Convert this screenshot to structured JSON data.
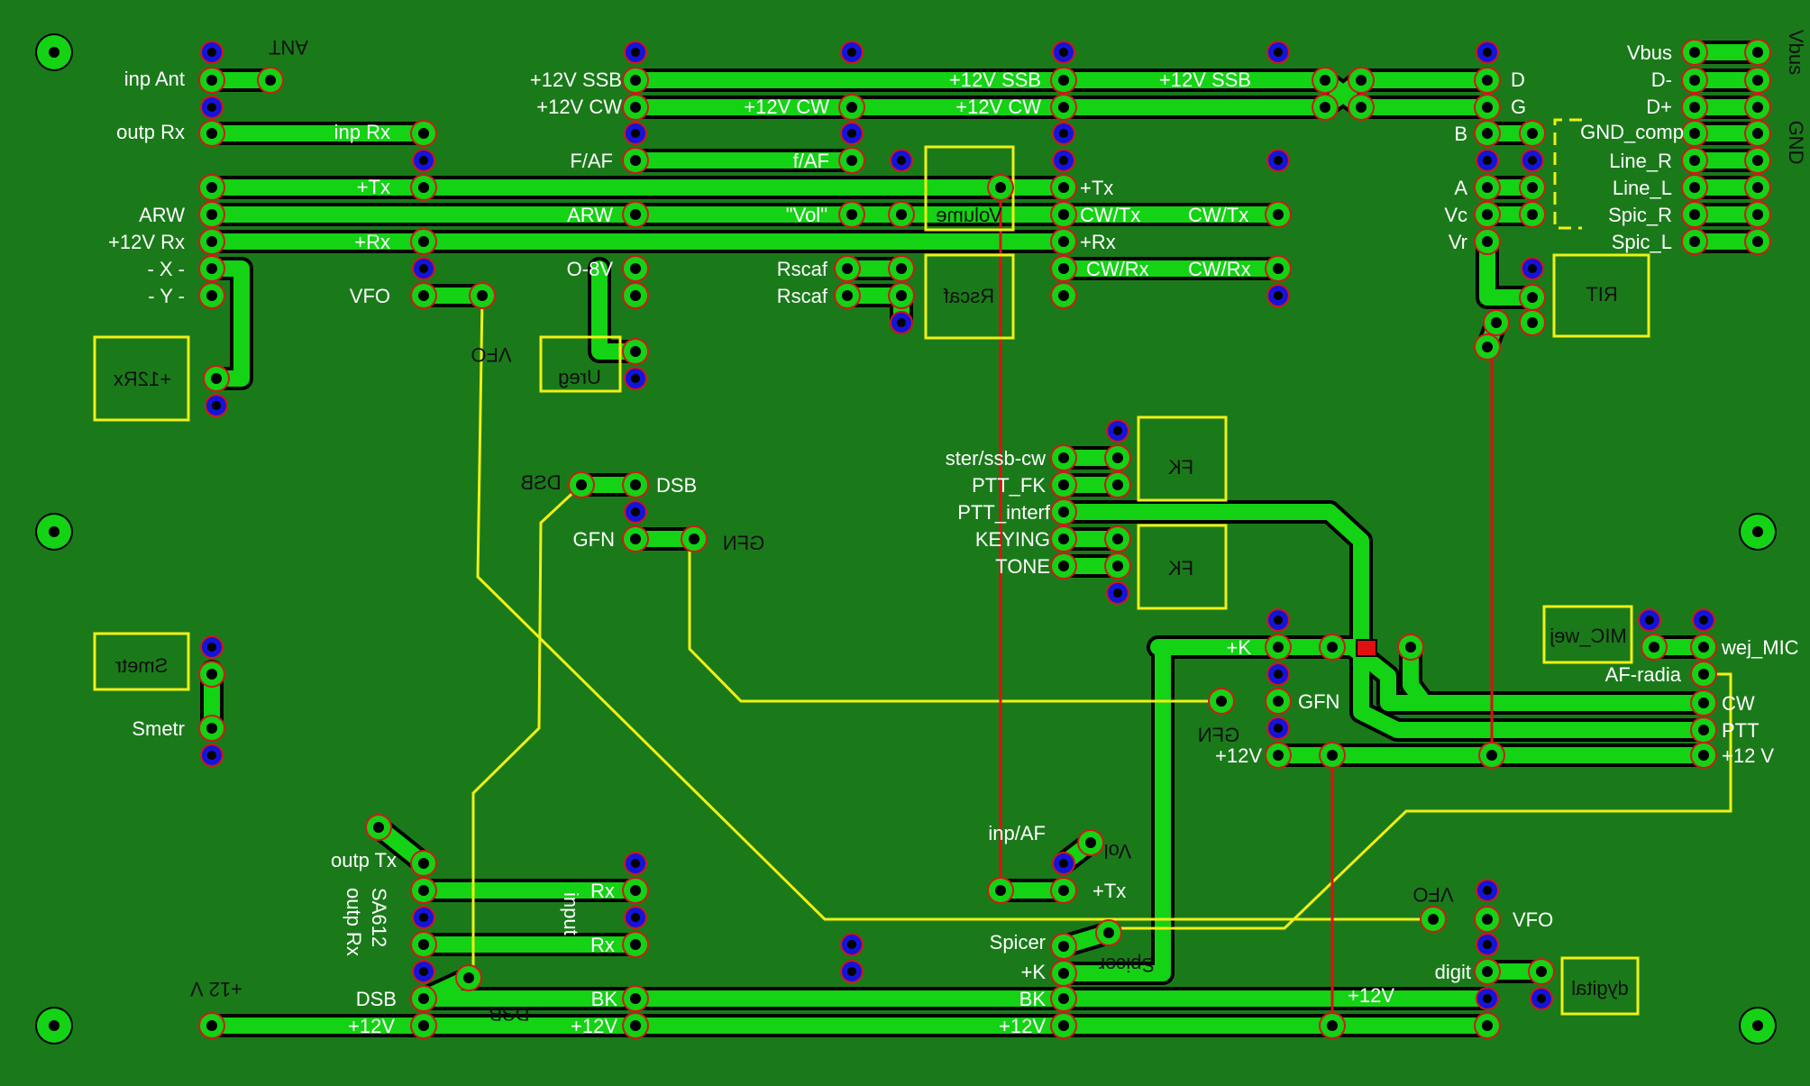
{
  "colors": {
    "board": "#1a7a1a",
    "trace": "#14d214",
    "trace_outline": "#000000",
    "pad_ring": "#d01818",
    "via": "#1414d8",
    "silk": "#f0f014",
    "label": "#ffffff",
    "jumper_red": "#e01010"
  },
  "labels": {
    "ant": "ANT",
    "inp_ant": "inp Ant",
    "outp_rx": "outp Rx",
    "inp_rx": "inp Rx",
    "arw": "ARW",
    "plus12v_rx": "+12V Rx",
    "x": "- X -",
    "y": "- Y -",
    "plus_tx": "+Tx",
    "plus_rx": "+Rx",
    "vfo": "VFO",
    "vfo_silk": "VFO",
    "plus12rx_silk": "+12Rx",
    "plus12v_ssb": "+12V SSB",
    "plus12v_cw": "+12V CW",
    "f_af": "F/AF",
    "f_af2": "f/AF",
    "arw2": "ARW",
    "vol_q": "\"Vol\"",
    "o8v": "O-8V",
    "rscaf1": "Rscaf",
    "rscaf2": "Rscaf",
    "ureg": "Ureg",
    "volume": "Volume",
    "rscaf_silk": "Rscaf",
    "plus12v_ssb2": "+12V SSB",
    "plus12v_cw2": "+12V CW",
    "plus12v_ssb3": "+12V SSB",
    "plus_tx2": "+Tx",
    "cw_tx": "CW/Tx",
    "cw_tx2": "CW/Tx",
    "plus_rx2": "+Rx",
    "cw_rx": "CW/Rx",
    "cw_rx2": "CW/Rx",
    "d": "D",
    "g": "G",
    "b": "B",
    "a": "A",
    "vc": "Vc",
    "vr": "Vr",
    "rit": "RIT",
    "vbus": "Vbus",
    "dminus": "D-",
    "dplus": "D+",
    "gnd_comp": "GND_comp",
    "line_r": "Line_R",
    "line_l": "Line_L",
    "spic_r": "Spic_R",
    "spic_l": "Spic_L",
    "vbus_silk": "Vbus",
    "gnd_silk": "GND",
    "ster_ssb_cw": "ster/ssb-cw",
    "ptt_fk": "PTT_FK",
    "ptt_interf": "PTT_interf",
    "keying": "KEYING",
    "tone": "TONE",
    "fk1": "FK",
    "fk2": "FK",
    "dsb_silk1": "DSB",
    "dsb1": "DSB",
    "gfn1": "GFN",
    "gfn_silk1": "GFN",
    "smetr_silk": "Smetr",
    "smetr": "Smetr",
    "plusk": "+K",
    "gfn2": "GFN",
    "gfn_silk2": "GFN",
    "plus12v_a": "+12V",
    "mic_silk": "MIC_wej",
    "wej_mic": "wej_MIC",
    "af_radia": "AF-radia",
    "cw": "CW",
    "ptt": "PTT",
    "plus12v_b": "+12 V",
    "inp_af": "inp/AF",
    "vol_silk": "Vol",
    "plus_tx3": "+Tx",
    "spicer": "Spicer",
    "spicer_silk": "Spicer",
    "plusk2": "+K",
    "bk1": "BK",
    "bk2": "BK",
    "outp_tx": "outp Tx",
    "sa612": "SA612",
    "outp_rx2": "outp Rx",
    "rx1": "Rx",
    "rx2": "Rx",
    "input": "input",
    "dsb2": "DSB",
    "dsb_silk2": "DSB",
    "plus12v_silk": "+12 V",
    "plus12v_1": "+12V",
    "plus12v_2": "+12V",
    "plus12v_3": "+12V",
    "plus12v_4": "+12V",
    "vfo_silk2": "VFO",
    "vfo2": "VFO",
    "digit": "digit",
    "dygital_silk": "dygital"
  }
}
